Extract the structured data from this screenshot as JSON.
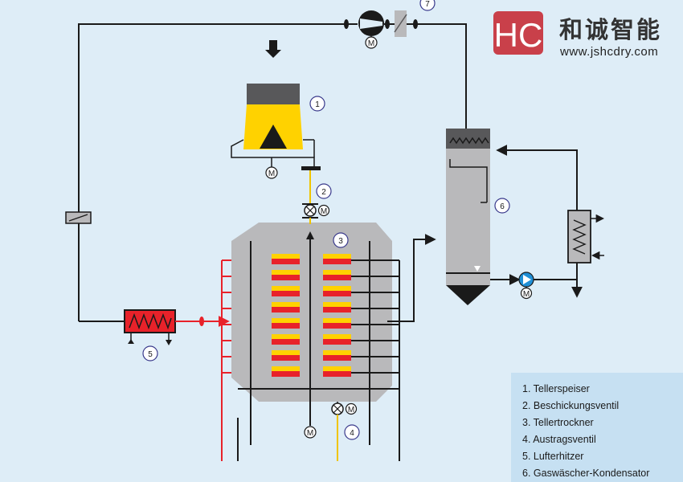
{
  "logo": {
    "mark": "HC",
    "name_cn": "和诚智能",
    "website": "www.jshcdry.com",
    "colors": {
      "mark_bg": "#c9404a",
      "mark_text": "#ffffff"
    }
  },
  "markers": [
    "1",
    "2",
    "3",
    "4",
    "5",
    "6",
    "7"
  ],
  "motor_label": "M",
  "legend": [
    "1. Tellerspeiser",
    "2. Beschickungsventil",
    "3. Tellertrockner",
    "4. Austragsventil",
    "5. Lufterhitzer",
    "6. Gaswäscher-Kondensator"
  ],
  "colors": {
    "background": "#deedf7",
    "vessel": "#b9b9bb",
    "vessel_dark": "#58585a",
    "feeder_yellow": "#ffd200",
    "tray_red": "#e8222a",
    "tray_yellow": "#ffd200",
    "heater_red": "#e8222a",
    "pipe": "#1a1a1a",
    "hot_air": "#e8222a",
    "product": "#f0c400",
    "pump_blue": "#1f8fd6",
    "legend_bg": "#c6e0f2"
  }
}
